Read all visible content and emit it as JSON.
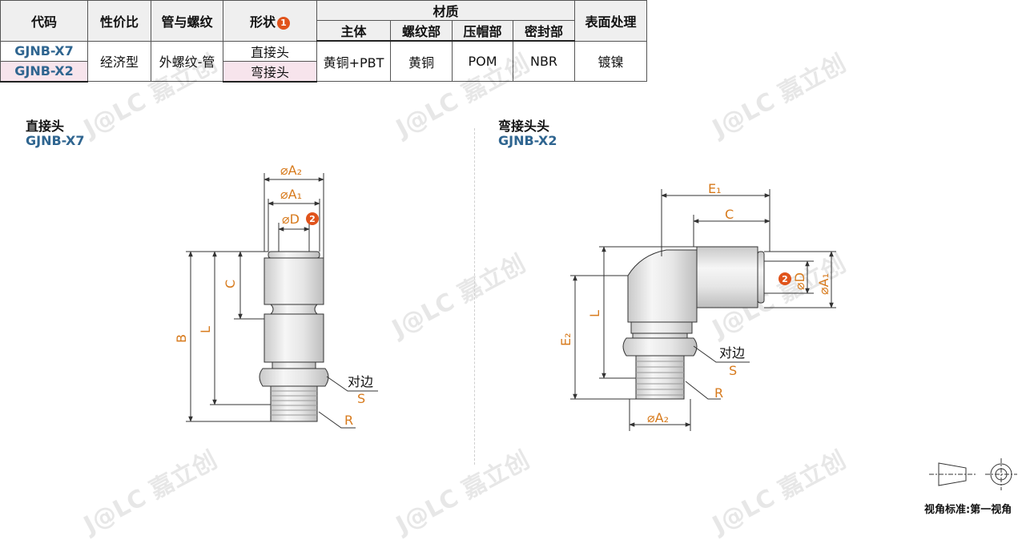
{
  "table": {
    "headers": {
      "code": "代码",
      "performance": "性价比",
      "thread": "管与螺纹",
      "shape": "形状",
      "shape_note": "1",
      "material": "材质",
      "surface": "表面处理"
    },
    "material_subheaders": [
      "主体",
      "螺纹部",
      "压帽部",
      "密封部"
    ],
    "rows": [
      {
        "code": "GJNB-X7",
        "shape": "直接头"
      },
      {
        "code": "GJNB-X2",
        "shape": "弯接头"
      }
    ],
    "shared": {
      "performance": "经济型",
      "thread": "外螺纹-管",
      "body": "黄铜+PBT",
      "thread_part": "黄铜",
      "cap": "POM",
      "seal": "NBR",
      "surface": "镀镍"
    },
    "code_color": "#2f6590",
    "highlight_color": "#f7e4ec"
  },
  "drawings": {
    "straight": {
      "title": "直接头",
      "code": "GJNB-X7",
      "labels": {
        "a2": "⌀A₂",
        "a1": "⌀A₁",
        "d": "⌀D",
        "d_note": "2",
        "c": "C",
        "b": "B",
        "l": "L",
        "hex": "对边",
        "s": "S",
        "r": "R"
      }
    },
    "elbow": {
      "title": "弯接头头",
      "code": "GJNB-X2",
      "labels": {
        "e1": "E₁",
        "c": "C",
        "d": "⌀D",
        "d_note": "2",
        "a1": "⌀A₁",
        "l": "L",
        "e2": "E₂",
        "hex": "对边",
        "s": "S",
        "r": "R",
        "a2": "⌀A₂"
      }
    }
  },
  "watermark": {
    "logo": "J@LC",
    "text": "嘉立创"
  },
  "view_standard": "视角标准:第一视角",
  "colors": {
    "dimension": "#d77a1c",
    "badge": "#e0531b"
  }
}
